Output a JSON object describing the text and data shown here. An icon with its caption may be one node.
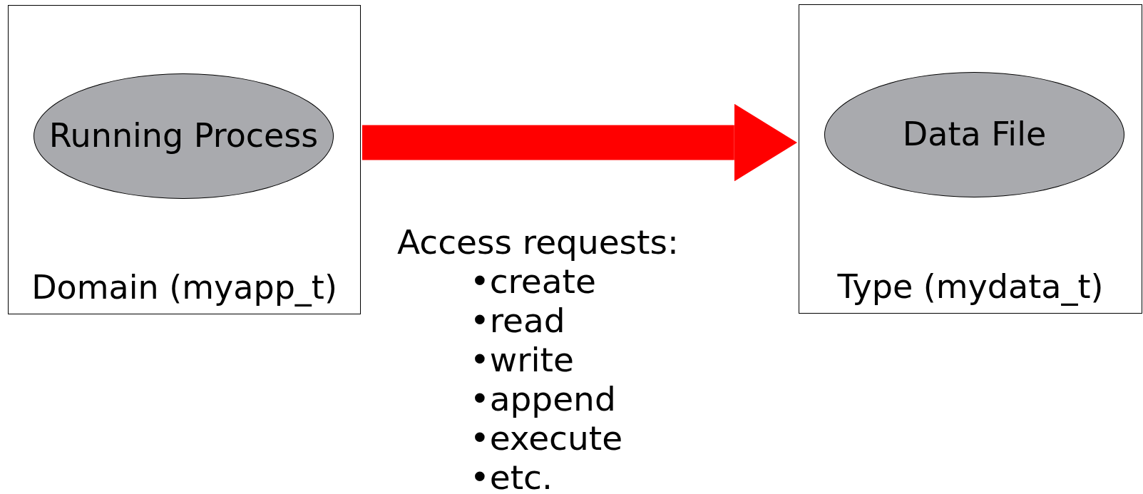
{
  "diagram": {
    "nodes": [
      {
        "text": [
          "Domain (myapp_t)"
        ]
      },
      {
        "text": [
          "Running Process"
        ],
        "in": 0
      },
      {
        "text": [
          "Type (mydata_t)"
        ]
      },
      {
        "text": [
          "Data File"
        ],
        "in": 2
      }
    ],
    "edges": [
      {
        "from": 0,
        "to": 2,
        "arrow": "to",
        "color": "#ff0000"
      }
    ],
    "labels": [
      "Access requests:",
      "•create",
      "•read",
      "•write",
      "•append",
      "•execute",
      "•etc."
    ]
  }
}
